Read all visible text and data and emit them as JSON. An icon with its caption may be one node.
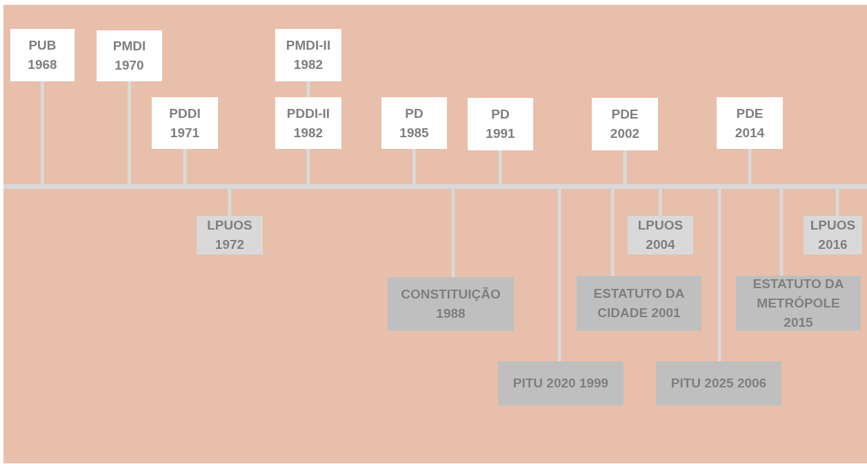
{
  "diagram": {
    "nodes": [
      {
        "text": [
          "PUB 1968"
        ]
      },
      {
        "text": [
          "PMDI 1970"
        ]
      },
      {
        "text": [
          "PDDI 1971"
        ]
      },
      {
        "text": [
          "PMDI-II 1982"
        ]
      },
      {
        "text": [
          "PDDI-II 1982"
        ]
      },
      {
        "text": [
          "PD 1985"
        ]
      },
      {
        "text": [
          "PD 1991"
        ]
      },
      {
        "text": [
          "PDE 2002"
        ]
      },
      {
        "text": [
          "PDE 2014"
        ]
      },
      {
        "text": [],
        "shape": "bar"
      },
      {
        "text": [
          "LPUOS 1972"
        ]
      },
      {
        "text": [
          "LPUOS 2004"
        ]
      },
      {
        "text": [
          "LPUOS 2016"
        ]
      },
      {
        "text": [
          "CONSTITUIÇÃO 1988"
        ]
      },
      {
        "text": [
          "ESTATUTO DA CIDADE 2001"
        ]
      },
      {
        "text": [
          "ESTATUTO DA METRÓPOLE 2015"
        ]
      },
      {
        "text": [
          "PITU 2020 1999"
        ]
      },
      {
        "text": [
          "PITU 2025 2006"
        ]
      }
    ],
    "edges": [
      {
        "from": 0,
        "to": 9,
        "arrow": "none"
      },
      {
        "from": 1,
        "to": 9,
        "arrow": "none"
      },
      {
        "from": 2,
        "to": 9,
        "arrow": "none"
      },
      {
        "from": 3,
        "to": 4,
        "arrow": "none"
      },
      {
        "from": 4,
        "to": 9,
        "arrow": "none"
      },
      {
        "from": 5,
        "to": 9,
        "arrow": "none"
      },
      {
        "from": 6,
        "to": 9,
        "arrow": "none"
      },
      {
        "from": 7,
        "to": 9,
        "arrow": "none"
      },
      {
        "from": 8,
        "to": 9,
        "arrow": "none"
      },
      {
        "from": 10,
        "to": 9,
        "arrow": "none"
      },
      {
        "from": 11,
        "to": 9,
        "arrow": "none"
      },
      {
        "from": 12,
        "to": 9,
        "arrow": "none"
      },
      {
        "from": 13,
        "to": 9,
        "arrow": "none"
      },
      {
        "from": 14,
        "to": 9,
        "arrow": "none"
      },
      {
        "from": 15,
        "to": 9,
        "arrow": "none"
      },
      {
        "from": 16,
        "to": 9,
        "arrow": "none"
      },
      {
        "from": 17,
        "to": 9,
        "arrow": "none"
      }
    ]
  }
}
